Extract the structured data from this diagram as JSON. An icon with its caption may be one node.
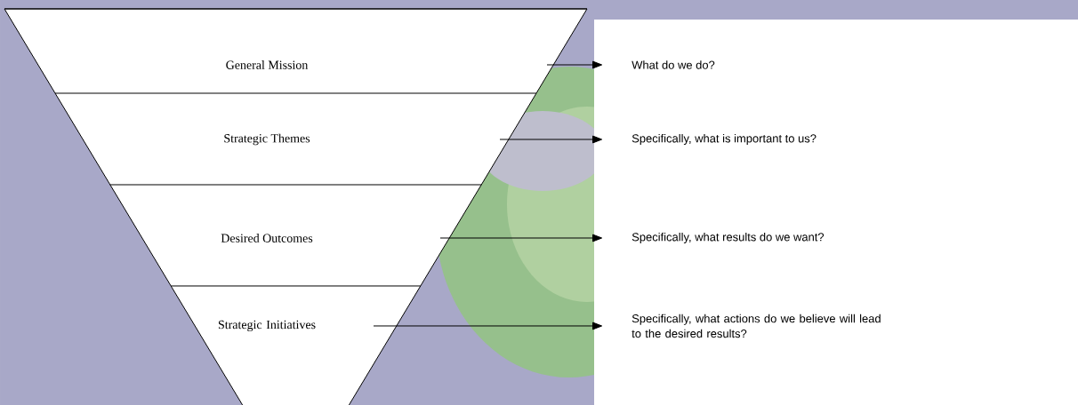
{
  "diagram": {
    "nodes": [
      {
        "text": [
          "General Mission"
        ]
      },
      {
        "text": [
          "Strategic Themes"
        ]
      },
      {
        "text": [
          "Desired Outcomes"
        ]
      },
      {
        "text": [
          "Strategic Initiatives"
        ]
      },
      {
        "text": [
          "What do we do?"
        ]
      },
      {
        "text": [
          "Specifically, what is important to us?"
        ]
      },
      {
        "text": [
          "Specifically, what results do we want?"
        ]
      },
      {
        "text": [
          "Specifically, what actions do we believe will lead to the desired results?"
        ]
      }
    ],
    "edges": [
      {
        "from": 0,
        "to": 4,
        "arrow": "to"
      },
      {
        "from": 1,
        "to": 5,
        "arrow": "to"
      },
      {
        "from": 2,
        "to": 6,
        "arrow": "to"
      },
      {
        "from": 3,
        "to": 7,
        "arrow": "to"
      }
    ]
  }
}
